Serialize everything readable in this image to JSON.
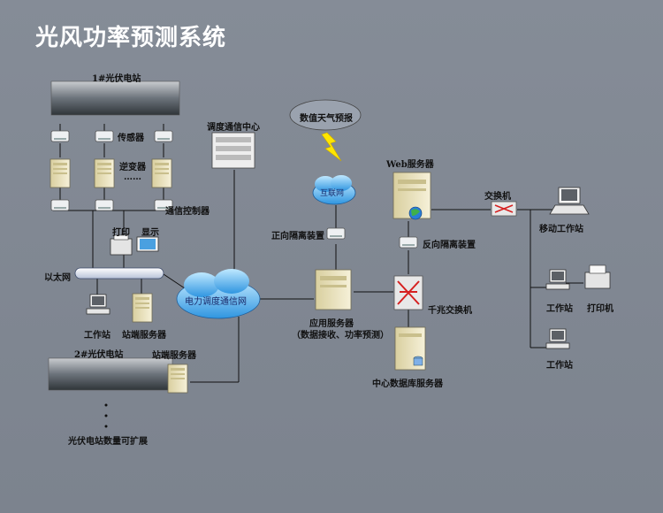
{
  "title": "光风功率预测系统",
  "labels": {
    "station1": "1#光伏电站",
    "sensor": "传感器",
    "inverter": "逆变器",
    "dots": "……",
    "comm_controller": "通信控制器",
    "print": "打印",
    "display": "显示",
    "ethernet": "以太网",
    "workstation_a": "工作站",
    "station_server_a": "站端服务器",
    "grid_network": "电力调度通信网",
    "dispatch_center": "调度通信中心",
    "weather": "数值天气预报",
    "internet": "互联网",
    "fwd_isolation": "正向隔离装置",
    "app_server": "应用服务器",
    "app_server_sub": "（数据接收、功率预测）",
    "web_server": "Web服务器",
    "rev_isolation": "反向隔离装置",
    "gigabit_switch": "千兆交换机",
    "db_server": "中心数据库服务器",
    "switch": "交换机",
    "mobile_ws": "移动工作站",
    "workstation_b": "工作站",
    "printer": "打印机",
    "workstation_c": "工作站",
    "station2": "2#光伏电站",
    "station_server_b": "站端服务器",
    "expandable": "光伏电站数量可扩展"
  }
}
